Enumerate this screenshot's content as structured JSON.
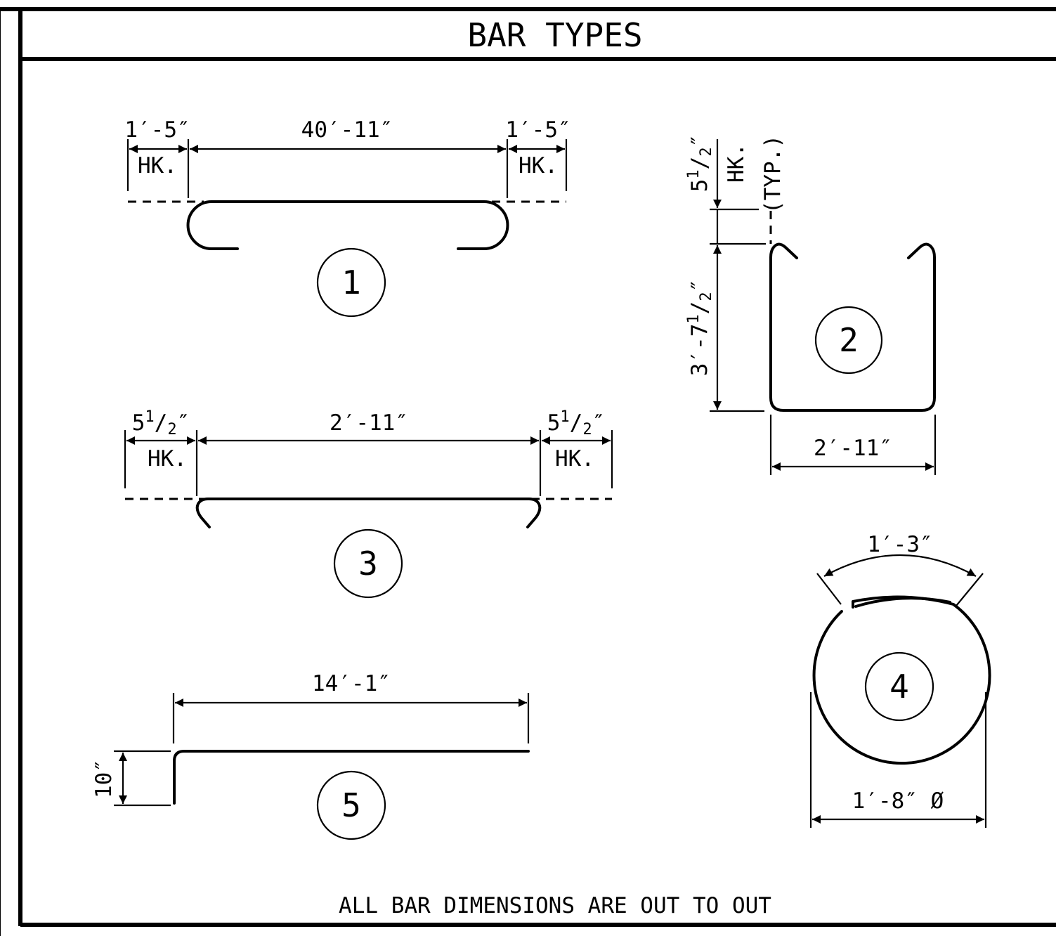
{
  "title": "BAR TYPES",
  "note": "ALL BAR DIMENSIONS ARE OUT TO OUT",
  "bars": [
    {
      "id": "1",
      "hook_left": "1′-5″",
      "hook_left_label": "HK.",
      "length": "40′-11″",
      "hook_right": "1′-5″",
      "hook_right_label": "HK."
    },
    {
      "id": "2",
      "hook": {
        "whole": "5",
        "num": "1",
        "den": "2",
        "inch": "″"
      },
      "hook_label": "HK.",
      "hook_note": "(TYP.)",
      "height": {
        "prefix": "3′-7",
        "num": "1",
        "den": "2",
        "inch": "″"
      },
      "width": "2′-11″"
    },
    {
      "id": "3",
      "hook_left": {
        "whole": "5",
        "num": "1",
        "den": "2",
        "inch": "″"
      },
      "hook_left_label": "HK.",
      "length": "2′-11″",
      "hook_right": {
        "whole": "5",
        "num": "1",
        "den": "2",
        "inch": "″"
      },
      "hook_right_label": "HK."
    },
    {
      "id": "4",
      "arc": "1′-3″",
      "diameter": "1′-8″ Ø"
    },
    {
      "id": "5",
      "length": "14′-1″",
      "leg": "10″"
    }
  ]
}
